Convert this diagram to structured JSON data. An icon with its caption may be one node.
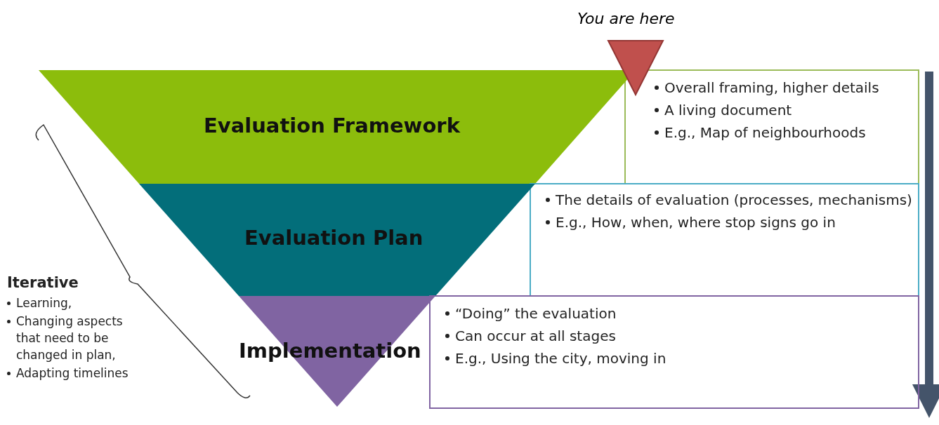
{
  "diagram": {
    "nodes": [
      {
        "text": [
          "Evaluation Framework",
          "Overall framing, higher details",
          "A living document",
          "E.g., Map of neighbourhoods"
        ]
      },
      {
        "text": [
          "Evaluation Plan",
          "The details of evaluation (processes, mechanisms)",
          "E.g., How, when, where stop signs go in"
        ]
      },
      {
        "text": [
          "Implementation",
          "“Doing” the evaluation",
          "Can occur at all stages",
          "E.g., Using the city, moving in"
        ]
      },
      {
        "text": [
          "You are here"
        ]
      }
    ],
    "edges": [],
    "labels": [
      "Iterative",
      "Learning,",
      "Changing aspects that need to be changed in plan,",
      "Adapting timelines"
    ]
  }
}
